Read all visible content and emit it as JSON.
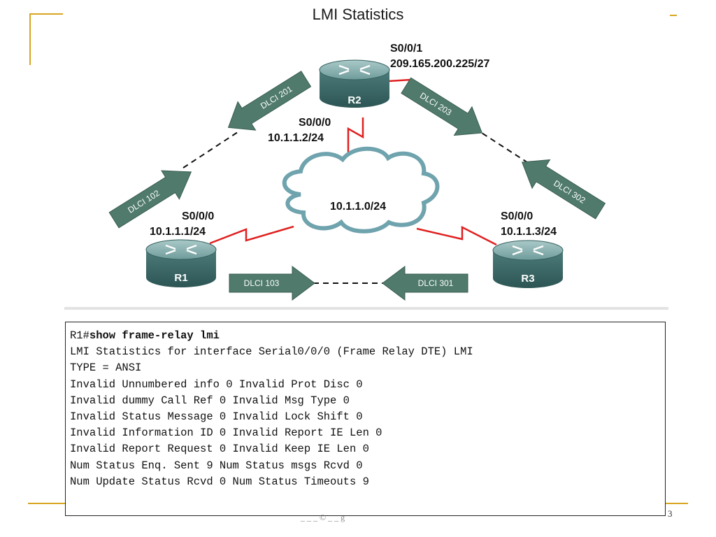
{
  "title": "LMI Statistics",
  "routers": {
    "r1": {
      "label": "R1",
      "interface": "S0/0/0",
      "address": "10.1.1.1/24"
    },
    "r2": {
      "label": "R2",
      "interface_local": "S0/0/0",
      "address_local": "10.1.1.2/24",
      "interface_external": "S0/0/1",
      "address_external": "209.165.200.225/27"
    },
    "r3": {
      "label": "R3",
      "interface": "S0/0/0",
      "address": "10.1.1.3/24"
    }
  },
  "cloud": {
    "label": "10.1.1.0/24"
  },
  "dlcis": {
    "r1_to_r2": "DLCI 102",
    "r2_to_r1": "DLCI 201",
    "r2_to_r3": "DLCI 203",
    "r3_to_r2": "DLCI 302",
    "r1_to_r3": "DLCI 103",
    "r3_to_r1": "DLCI 301"
  },
  "terminal": {
    "prompt": "R1#",
    "command": "show frame-relay lmi",
    "lines": [
      "LMI Statistics for interface Serial0/0/0 (Frame Relay DTE) LMI",
      "TYPE = ANSI",
      "Invalid Unnumbered info 0 Invalid Prot Disc 0",
      "Invalid dummy Call Ref 0 Invalid Msg Type 0",
      "Invalid Status Message 0 Invalid Lock Shift 0",
      "Invalid Information ID 0 Invalid Report IE Len 0",
      "Invalid Report Request 0 Invalid Keep IE Len 0",
      "Num Status Enq. Sent 9 Num Status msgs Rcvd 0",
      "Num Update Status Rcvd 0 Num Status Timeouts 9"
    ]
  },
  "footer": {
    "text": "_ _ _ © _ _ g",
    "page_number": "3"
  },
  "colors": {
    "accent": "#d9a520",
    "link": "#e02020",
    "dlci_arrow": "#4f7a6c",
    "cloud_border": "#6fa3ad",
    "router_body": "#4d7c7b"
  }
}
